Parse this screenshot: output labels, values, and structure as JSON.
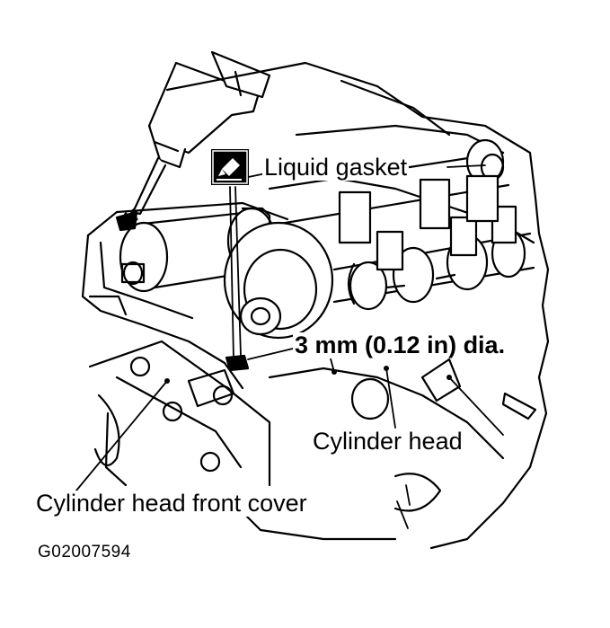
{
  "labels": {
    "liquid_gasket": "Liquid gasket",
    "bead_diameter": "3 mm (0.12 in) dia.",
    "cylinder_head": "Cylinder head",
    "front_cover": "Cylinder head front cover",
    "figure_code": "G02007594"
  },
  "icons": {
    "gasket_symbol": "liquid-gasket-icon"
  },
  "colors": {
    "ink": "#000000",
    "paper": "#ffffff"
  }
}
